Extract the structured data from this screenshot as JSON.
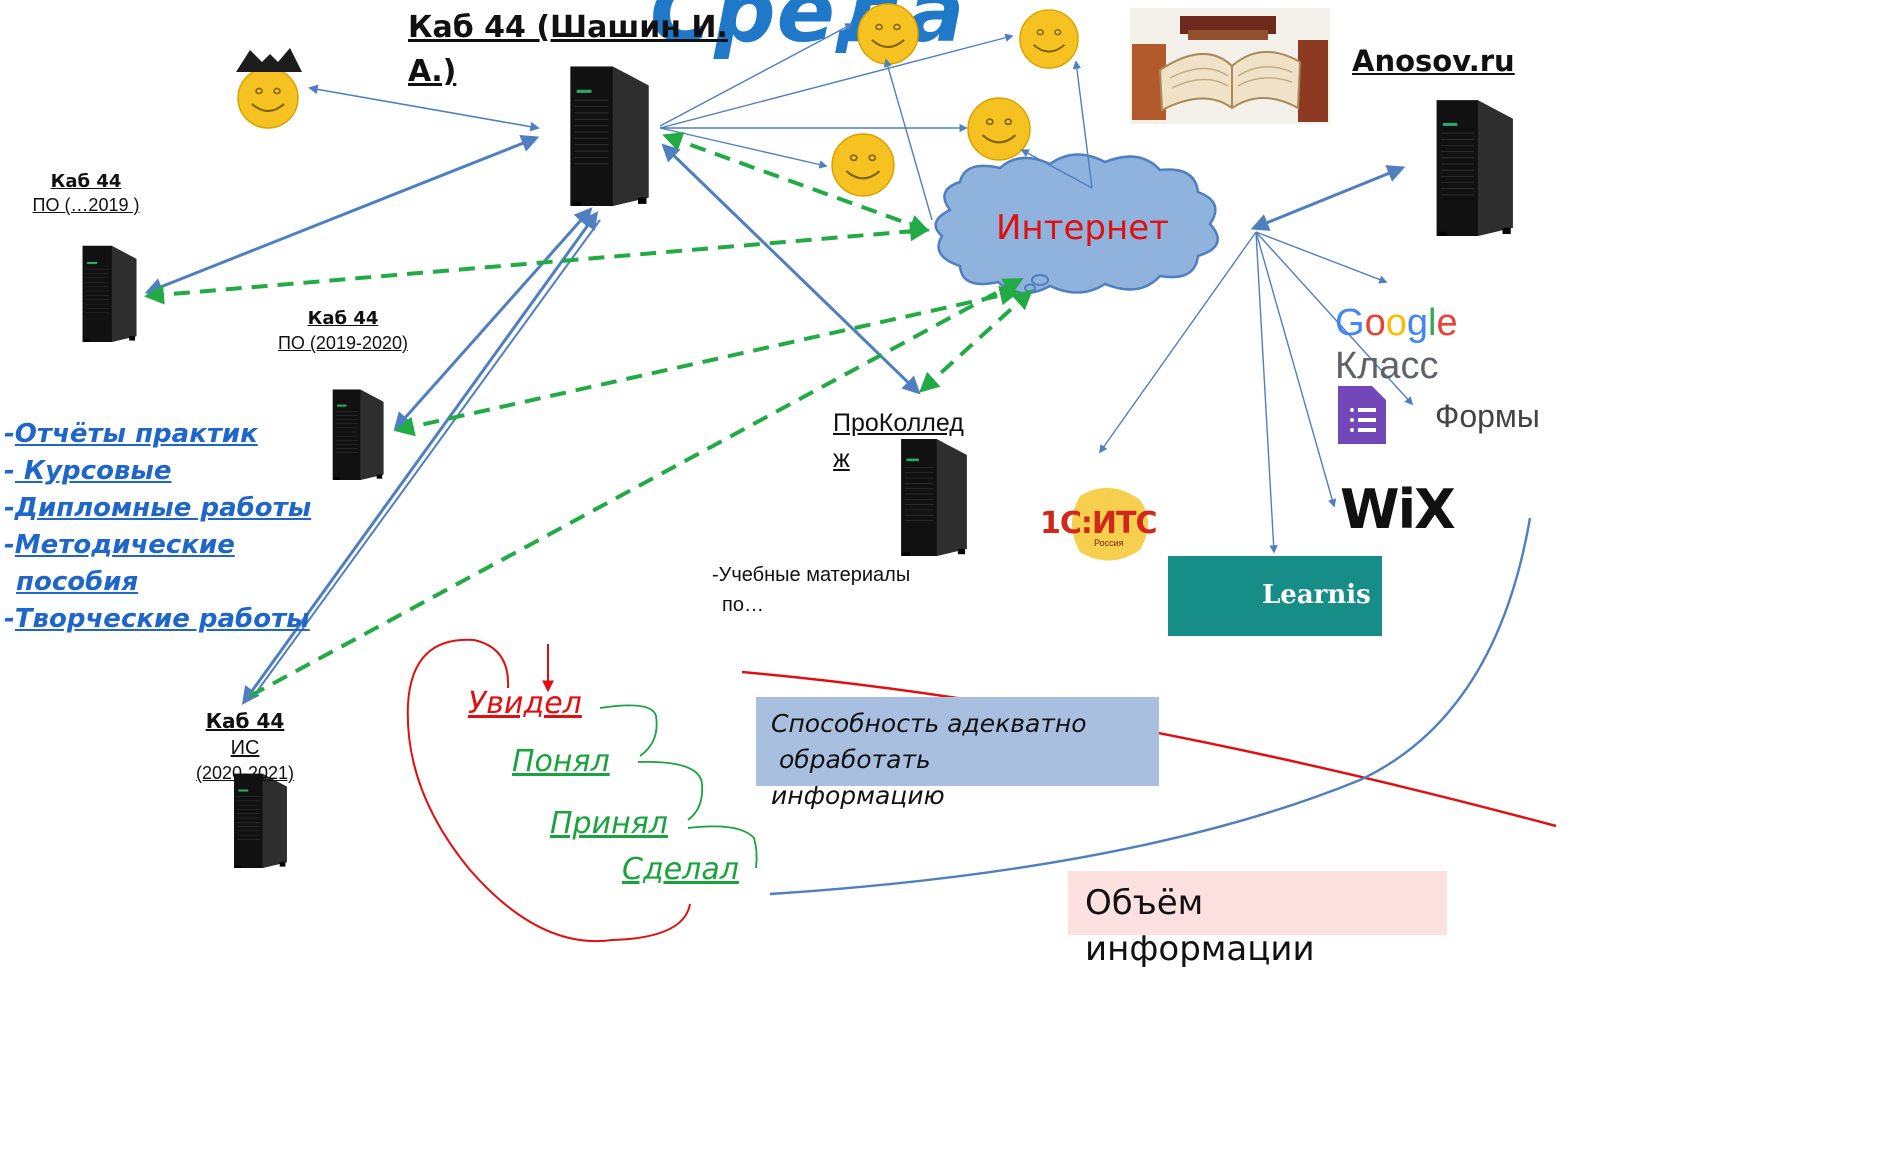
{
  "title": "Среда",
  "main_server": {
    "label": "Каб 44 (Шашин И. А.)"
  },
  "anosov": {
    "label": "Anosov.ru"
  },
  "internet": {
    "label": "Интернет"
  },
  "servers": [
    {
      "title": "Каб 44",
      "subtitle": "ПО (…2019 )"
    },
    {
      "title": "Каб 44",
      "subtitle": "ПО (2019-2020)"
    },
    {
      "title": "Каб 44",
      "subtitle": "ИС",
      "subtitle2": "(2020-2021)"
    }
  ],
  "procollege": {
    "label": "ПроКоллед ж",
    "label_line1": "ПроКоллед",
    "label_line2": "ж",
    "note_line1": "-Учебные материалы",
    "note_line2": "по…"
  },
  "archive_links": [
    {
      "prefix": "-",
      "text": "Отчёты практик"
    },
    {
      "prefix": "-",
      "text": " Курсовые"
    },
    {
      "prefix": "-",
      "text": "Дипломные работы"
    },
    {
      "prefix": "-",
      "text": "Методические"
    },
    {
      "prefix": "",
      "text": "пособия"
    },
    {
      "prefix": "-",
      "text": "Творческие работы"
    }
  ],
  "steps": [
    "Увидел",
    "Понял",
    "Принял",
    "Сделал"
  ],
  "ability_note": {
    "line1": "Способность адекватно",
    "line2": " обработать",
    "line3": "информацию"
  },
  "volume_note": {
    "line1": "Объём",
    "line2": "информации"
  },
  "services": {
    "google_g": "G",
    "google_o1": "o",
    "google_o2": "o",
    "google_g2": "g",
    "google_l": "l",
    "google_e": "e",
    "google_class": " Класс",
    "forms": "Формы",
    "wix": "WiX",
    "learnis": "Learnis",
    "itc": "1С:ИТС",
    "itc_sub": "Россия"
  },
  "colors": {
    "arrow_blue": "#4f7fc0",
    "arrow_green": "#22aa44",
    "title_blue": "#1f78c8",
    "cloud": "#8fb3dc",
    "internet_text": "#e01010"
  }
}
